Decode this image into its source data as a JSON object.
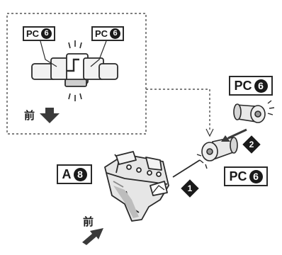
{
  "inset": {
    "left_label": {
      "part": "PC",
      "num": "6"
    },
    "right_label": {
      "part": "PC",
      "num": "6"
    },
    "front_label": "前"
  },
  "main": {
    "part_pc_top": {
      "part": "PC",
      "num": "6"
    },
    "part_pc_bottom": {
      "part": "PC",
      "num": "6"
    },
    "part_a": {
      "part": "A",
      "num": "8"
    },
    "step1": "1",
    "step2": "2",
    "front_label": "前"
  },
  "colors": {
    "line": "#2a2a2a",
    "part_fill": "#e8e8e8",
    "shade": "#bdbdbd",
    "arrow": "#3a3a3a"
  }
}
